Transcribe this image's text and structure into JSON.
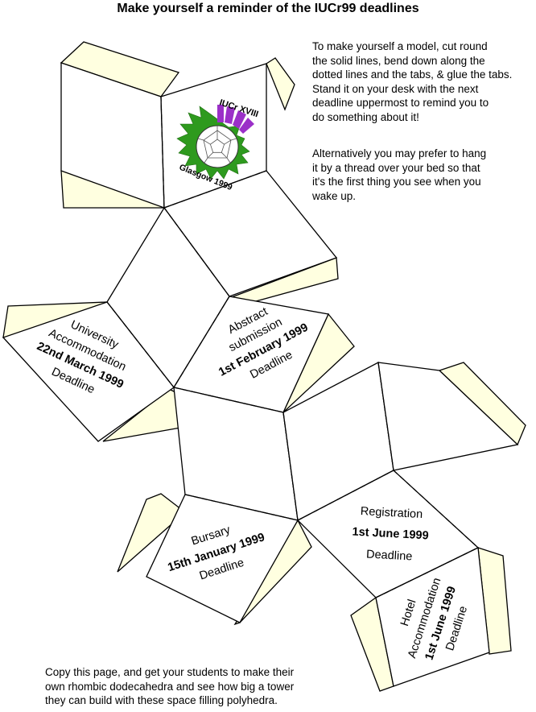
{
  "title": "Make yourself a reminder of the IUCr99 deadlines",
  "intro_lines": [
    "To make yourself a model, cut round",
    "the solid lines, bend down along the",
    "dotted lines and the tabs, & glue the tabs.",
    "Stand it on your desk with the next",
    "deadline uppermost to remind you to",
    "do something about it!"
  ],
  "alt_lines": [
    "Alternatively you may prefer to hang",
    "it by a thread over your bed so that",
    "it's the first thing you see when you",
    "wake up."
  ],
  "logo": {
    "top_text": "IUCr XVIII",
    "bottom_text": "Glasgow 1999",
    "colors": {
      "purple": "#9b30c8",
      "green": "#2e9a1e"
    }
  },
  "faces": {
    "university": {
      "line1": "University",
      "line2": "Accommodation",
      "date": "22nd March 1999",
      "deadline": "Deadline"
    },
    "abstract": {
      "line1": "Abstract",
      "line2": "submission",
      "date": "1st February 1999",
      "deadline": "Deadline"
    },
    "bursary": {
      "line1": "Bursary",
      "date": "15th January 1999",
      "deadline": "Deadline"
    },
    "registration": {
      "line1": "Registration",
      "date": "1st June 1999",
      "deadline": "Deadline"
    },
    "hotel": {
      "line1": "Hotel",
      "line2": "Accommodation",
      "date": "1st June 1999",
      "deadline": "Deadline"
    }
  },
  "footer_lines": [
    "Copy this page, and get your students to make their",
    "own rhombic dodecahedra and see how big a tower",
    "they can build with these space filling polyhedra."
  ],
  "colors": {
    "tab_fill": "#ffffe0",
    "line": "#000000"
  }
}
